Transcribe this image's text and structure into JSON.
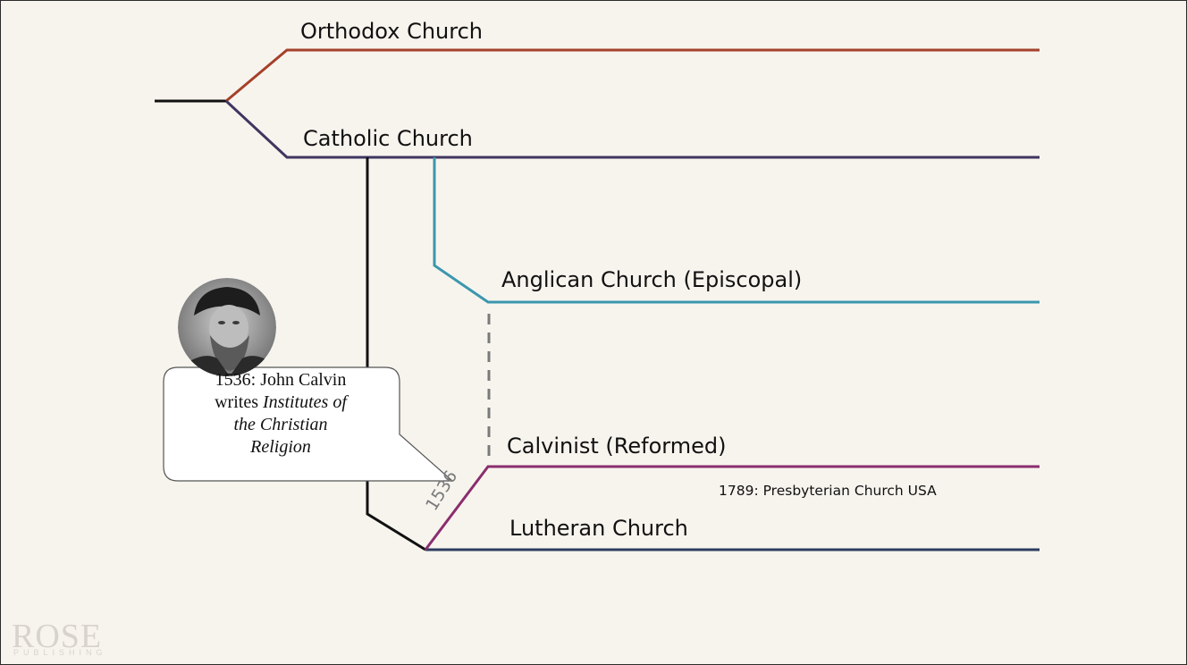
{
  "diagram": {
    "branches": [
      {
        "id": "orthodox",
        "label": "Orthodox Church"
      },
      {
        "id": "catholic",
        "label": "Catholic Church"
      },
      {
        "id": "anglican",
        "label": "Anglican Church (Episcopal)"
      },
      {
        "id": "calvinist",
        "label": "Calvinist (Reformed)"
      },
      {
        "id": "lutheran",
        "label": "Lutheran Church"
      }
    ],
    "annotations": {
      "presbyterian": "1789: Presbyterian Church USA",
      "year_marker": "1536"
    },
    "callout": {
      "line1": "1536: John Calvin",
      "line2_prefix": "writes ",
      "line2_italic": "Institutes of",
      "line3_italic": "the Christian",
      "line4_italic": "Religion"
    },
    "colors": {
      "root": "#111111",
      "orthodox": "#a5412a",
      "catholic": "#3f3660",
      "anglican": "#3b97ae",
      "calvinist": "#8a2e6e",
      "lutheran": "#2e3d5e",
      "background": "#f7f4ee"
    },
    "portrait": {
      "icon": "john-calvin-portrait"
    }
  },
  "logo": {
    "word": "ROSE",
    "subtitle": "PUBLISHING",
    "icon": "rose-publishing-logo"
  }
}
